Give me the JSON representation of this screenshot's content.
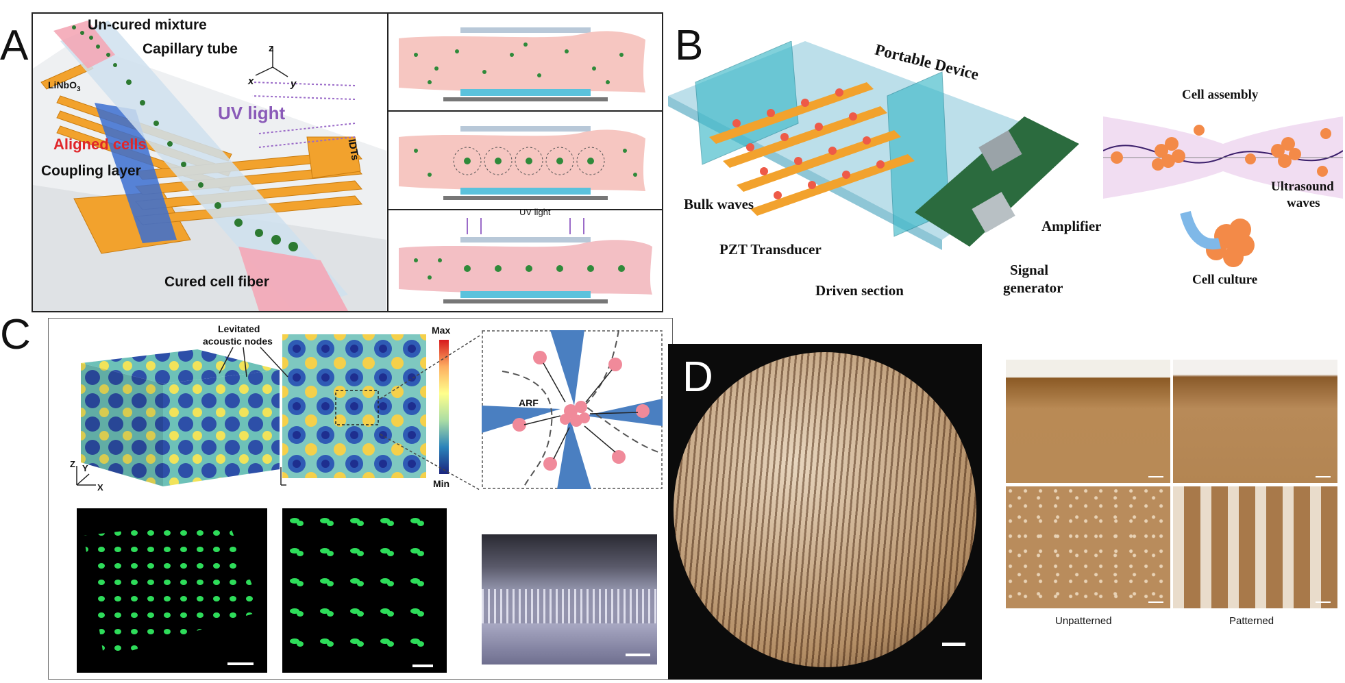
{
  "panels": {
    "a": {
      "letter": "A",
      "labels": {
        "uncured": "Un-cured mixture",
        "capillary": "Capillary tube",
        "linbo": "LiNbO",
        "linbo_sub": "3",
        "uv": "UV light",
        "aligned": "Aligned cells",
        "coupling": "Coupling layer",
        "idts": "IDTs",
        "cured": "Cured cell fiber",
        "uv_small": "UV light",
        "axis_z": "z",
        "axis_x": "x",
        "axis_y": "y"
      }
    },
    "b": {
      "letter": "B",
      "labels": {
        "portable": "Portable Device",
        "bulk": "Bulk waves",
        "pzt": "PZT Transducer",
        "driven": "Driven section",
        "amplifier": "Amplifier",
        "signal1": "Signal",
        "signal2": "generator",
        "assembly": "Cell assembly",
        "ultra1": "Ultrasound",
        "ultra2": "waves",
        "culture": "Cell culture"
      }
    },
    "c": {
      "letter": "C",
      "labels": {
        "lev1": "Levitated",
        "lev2": "acoustic nodes",
        "max": "Max",
        "min": "Min",
        "arf": "ARF",
        "axis_z": "Z",
        "axis_y": "Y",
        "axis_x": "X"
      }
    },
    "d": {
      "letter": "D",
      "labels": {
        "unpatterned": "Unpatterned",
        "patterned": "Patterned"
      }
    }
  },
  "colors": {
    "pink": "#f7c6c3",
    "green": "#2f8a3a",
    "orange": "#f2a22d",
    "teal": "#3fb9c9",
    "blue": "#4a7fc1",
    "red_label": "#e0262a",
    "purple": "#8a5ab8"
  }
}
